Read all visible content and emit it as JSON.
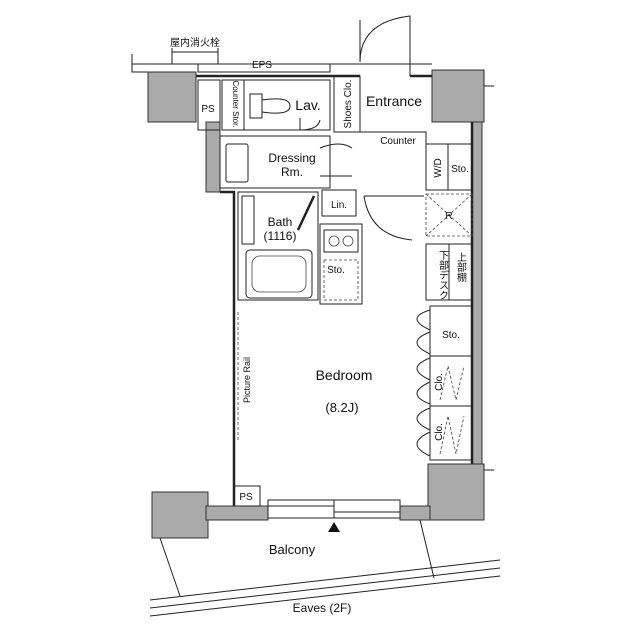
{
  "labels": {
    "hydrant": "屋内消火栓",
    "eps": "EPS",
    "ps_top": "PS",
    "counter_stor": "Counter Stor.",
    "lav": "Lav.",
    "shoes_clo": "Shoes Clo.",
    "entrance": "Entrance",
    "counter": "Counter",
    "dressing_rm_1": "Dressing",
    "dressing_rm_2": "Rm.",
    "wd": "W/D",
    "sto_1": "Sto.",
    "lin": "Lin.",
    "bath_1": "Bath",
    "bath_2": "(1116)",
    "refrigerator": "R",
    "sto_kitchen": "Sto.",
    "shelf_desk_1": "上部棚",
    "shelf_desk_2": "下部デスク",
    "sto_2": "Sto.",
    "clo_1": "Clo.",
    "clo_2": "Clo.",
    "bedroom": "Bedroom",
    "bedroom_size": "(8.2J)",
    "picture_rail": "Picture Rail",
    "ps_bottom": "PS",
    "balcony": "Balcony",
    "eaves": "Eaves (2F)"
  }
}
